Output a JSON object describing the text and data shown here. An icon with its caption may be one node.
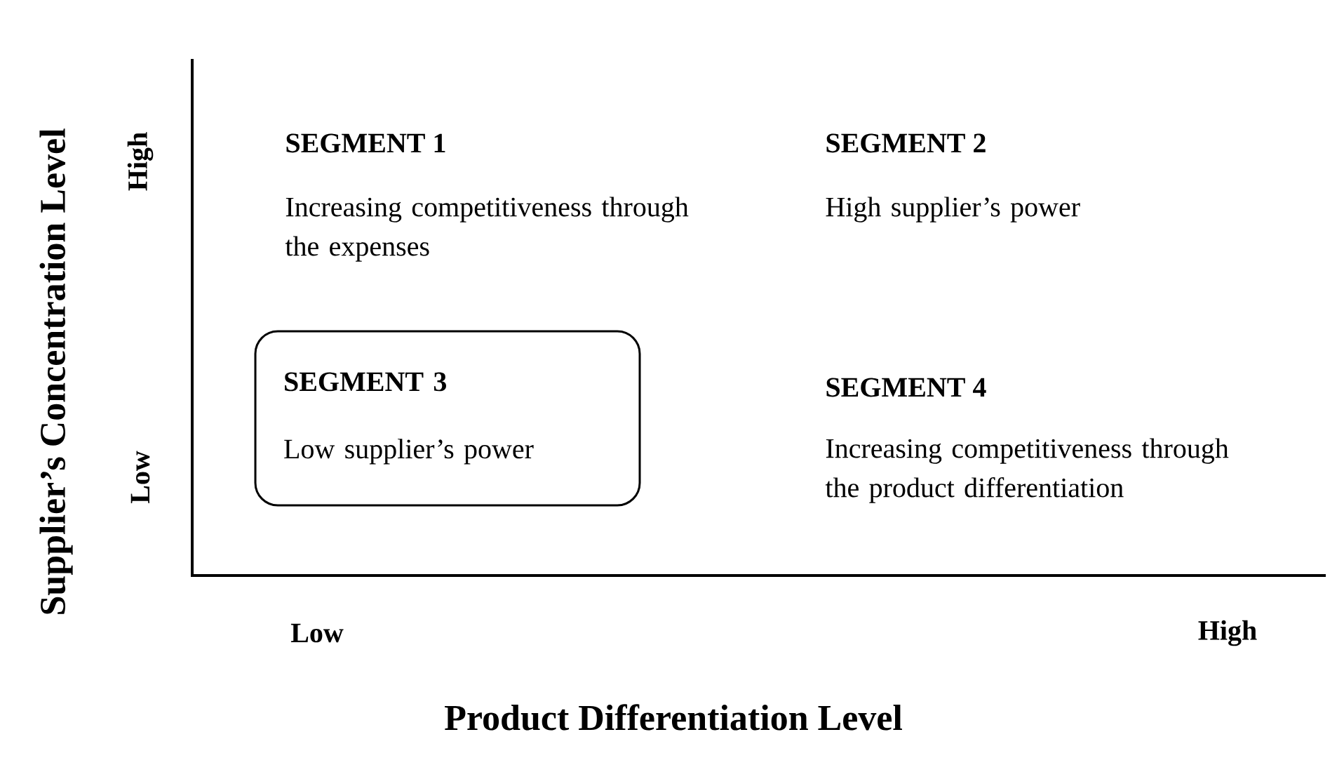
{
  "diagram": {
    "nodes": [
      {
        "text": [
          "SEGMENT 3",
          "Low supplier’s power"
        ]
      }
    ],
    "labels": [
      "Supplier’s Concentration Level",
      "High",
      "SEGMENT 1",
      "Increasing competitiveness through the expenses",
      "SEGMENT 2",
      "High supplier’s power",
      "Low",
      "SEGMENT 4",
      "Increasing competitiveness through the product differentiation",
      "Low",
      "High",
      "Product Differentiation Level"
    ]
  }
}
